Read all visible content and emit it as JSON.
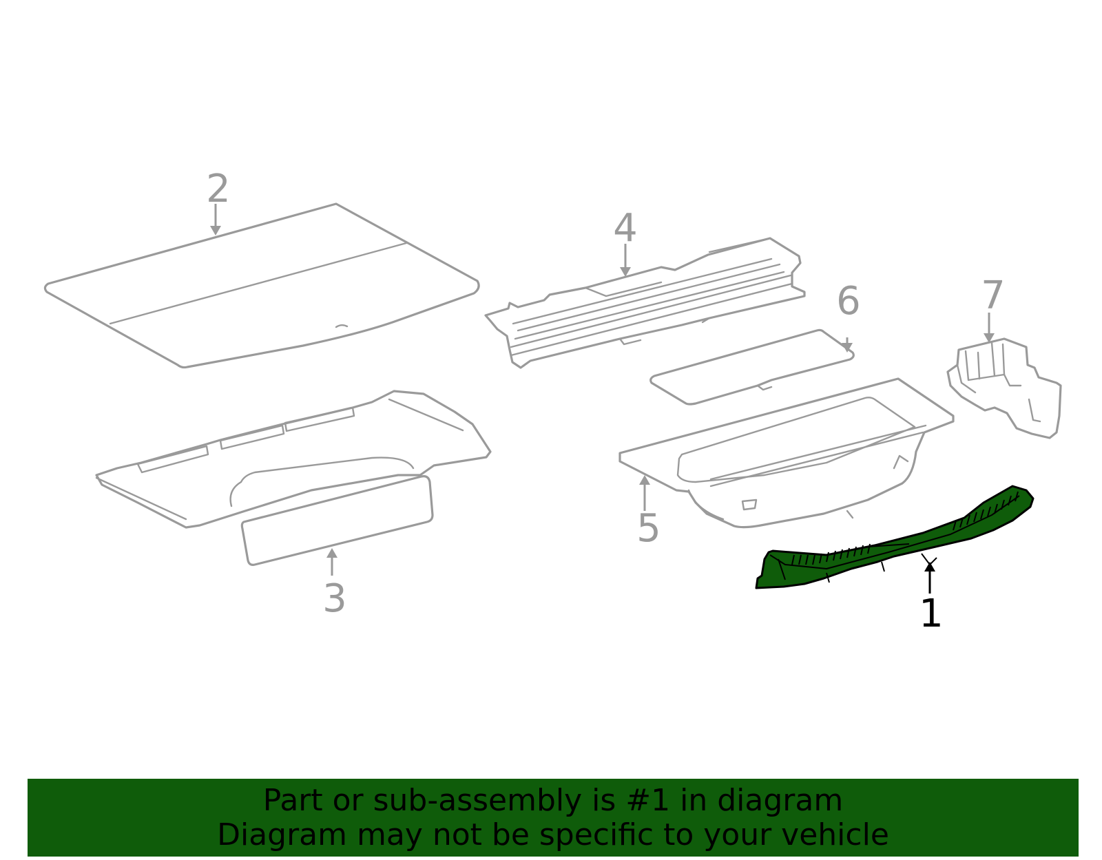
{
  "diagram": {
    "callouts": [
      "1",
      "2",
      "3",
      "4",
      "5",
      "6",
      "7"
    ],
    "highlighted_part": "1",
    "highlight_color": "#0f5c0a",
    "part_line_color": "#9a9a9a",
    "label_color_default": "#9a9a9a",
    "label_color_highlighted": "#000000"
  },
  "banner": {
    "line1": "Part or sub-assembly is #1 in diagram",
    "line2": "Diagram may not be specific to your vehicle",
    "background": "#0f5c0a"
  }
}
